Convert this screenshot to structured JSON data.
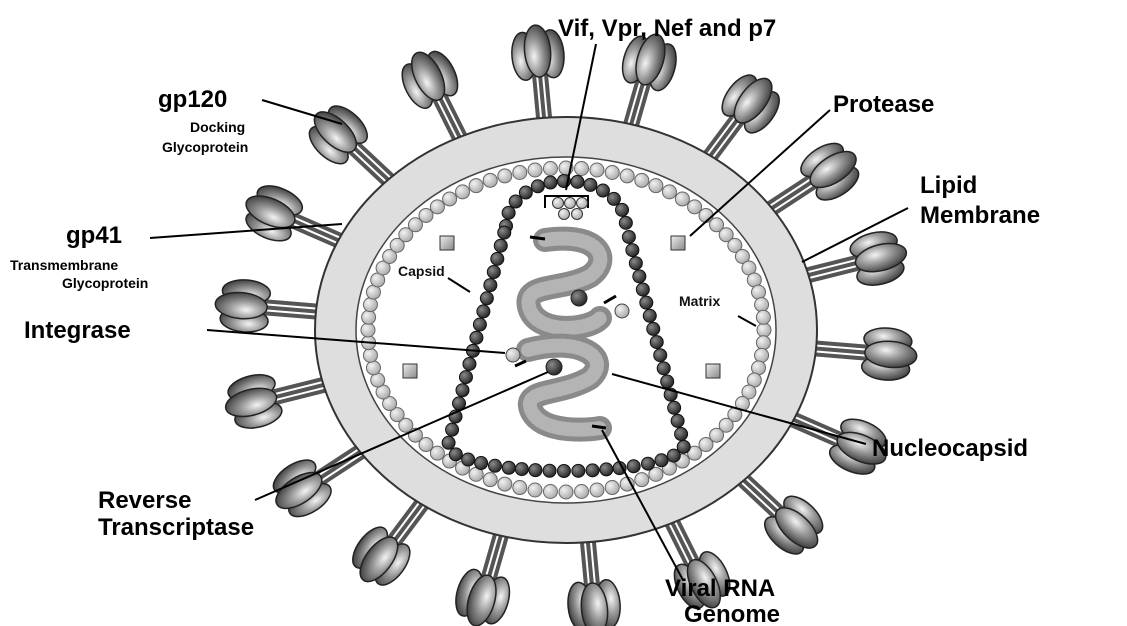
{
  "labels": {
    "vif": "Vif, Vpr, Nef and p7",
    "protease": "Protease",
    "lipid_line1": "Lipid",
    "lipid_line2": "Membrane",
    "gp120": "gp120",
    "gp120_sub1": "Docking",
    "gp120_sub2": "Glycoprotein",
    "gp41": "gp41",
    "gp41_sub1": "Transmembrane",
    "gp41_sub2": "Glycoprotein",
    "capsid": "Capsid",
    "matrix": "Matrix",
    "integrase": "Integrase",
    "nucleocapsid": "Nucleocapsid",
    "rt_line1": "Reverse",
    "rt_line2": "Transcriptase",
    "rna_line1": "Viral RNA",
    "rna_line2": "Genome"
  },
  "colors": {
    "envelope": "#dcdcdc",
    "matrix_bead": "#c8c8c8",
    "capsid_bead": "#3c3c3c",
    "rna": "#9a9a9a",
    "spike": "#6e6e6e"
  }
}
